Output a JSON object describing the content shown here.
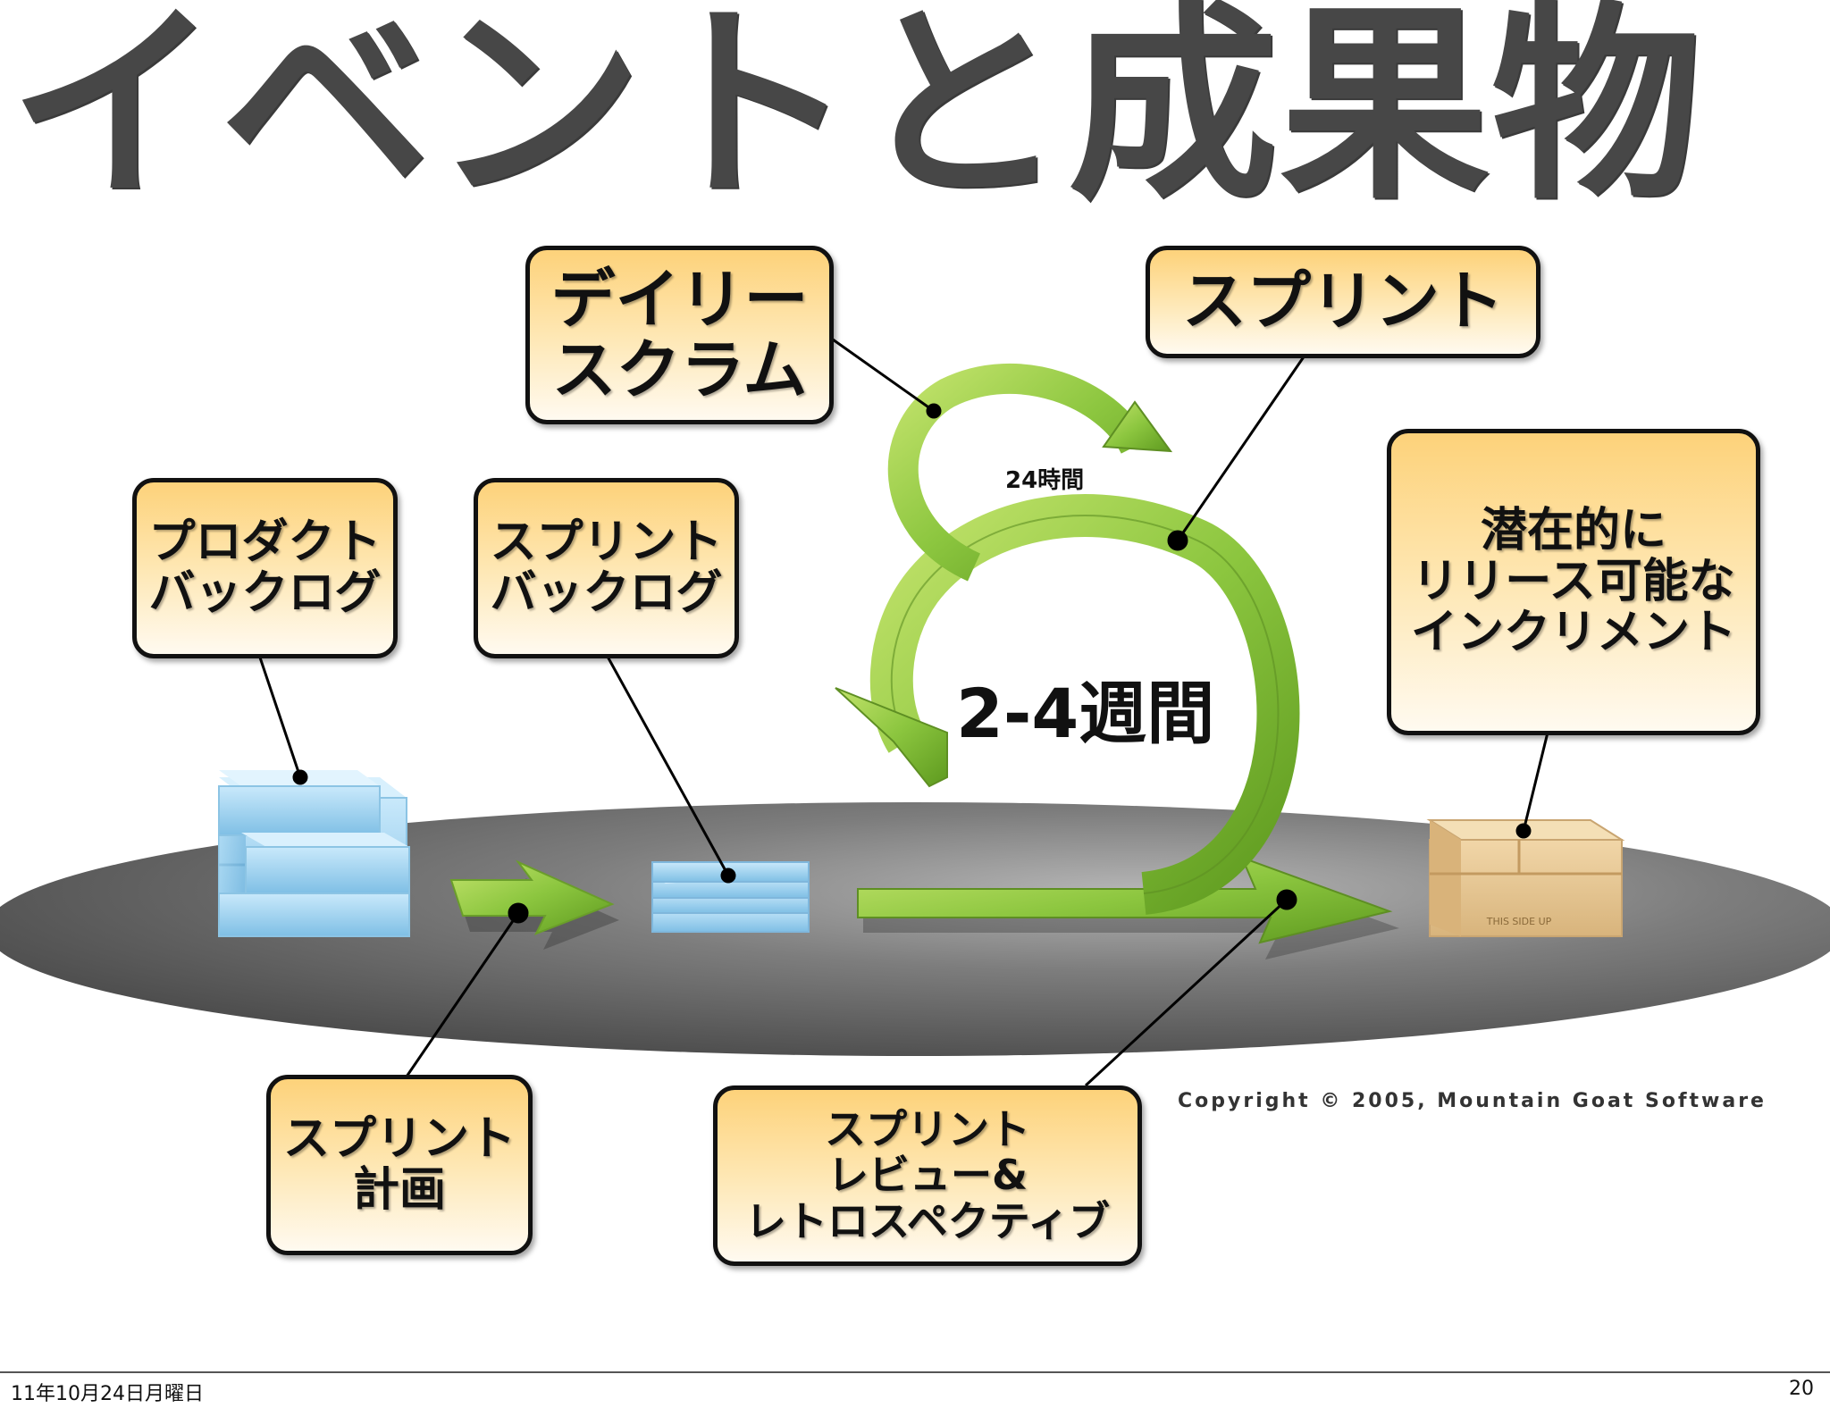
{
  "slide": {
    "title": "イベントと成果物"
  },
  "diagram": {
    "labels": {
      "daily_scrum": "デイリー\nスクラム",
      "sprint": "スプリント",
      "product_backlog": "プロダクト\nバックログ",
      "sprint_backlog": "スプリント\nバックログ",
      "increment": "潜在的に\nリリース可能な\nインクリメント",
      "sprint_planning": "スプリント\n計画",
      "review_retro": "スプリント\nレビュー&\nレトロスペクティブ"
    },
    "cycle_short": "24時間",
    "cycle_long": "2-4週間",
    "box_stamp": "THIS SIDE UP",
    "copyright": "Copyright © 2005, Mountain Goat Software"
  },
  "footer": {
    "date": "11年10月24日月曜日",
    "page": "20"
  },
  "colors": {
    "title": "#474747",
    "callout_top": "#fdd27a",
    "callout_bottom": "#fffaf0",
    "arrow_green": "#8cc63f",
    "ellipse_gray": "#6f6f6f",
    "stack_blue": "#9fd1ee",
    "box_tan": "#e8c998"
  }
}
